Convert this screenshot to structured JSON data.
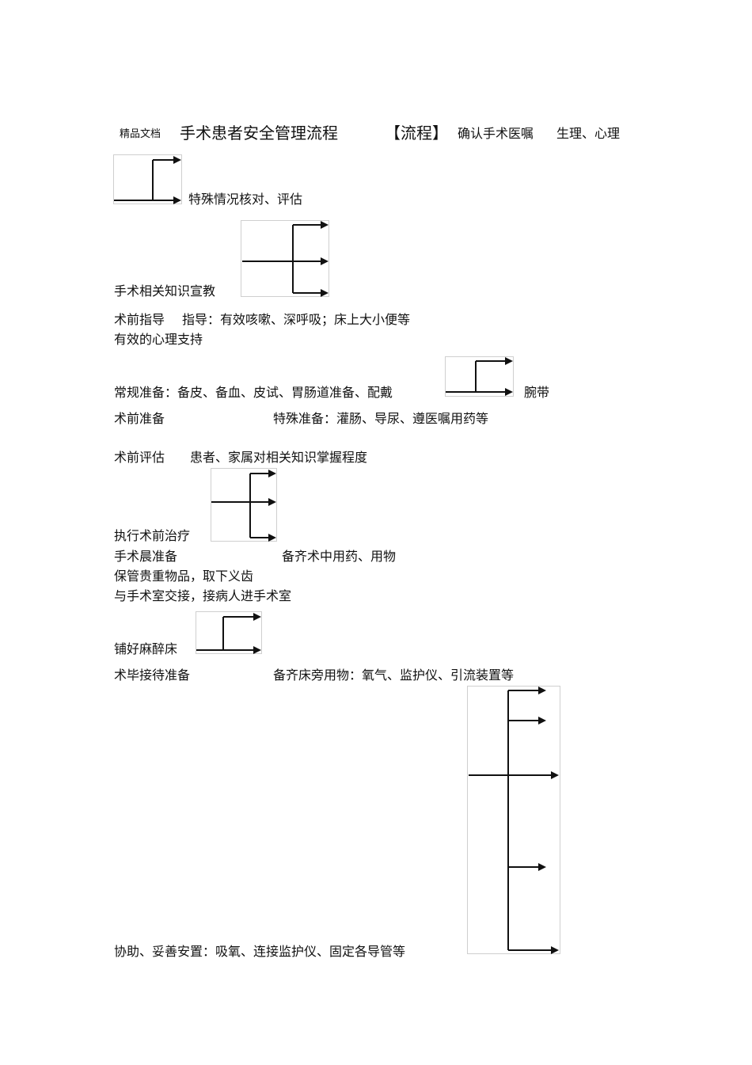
{
  "header": {
    "watermark": "精品文档",
    "title": "手术患者安全管理流程",
    "tag": "【流程】",
    "item1": "确认手术医嘱",
    "item2": "生理、心理"
  },
  "lines": {
    "special_check": "特殊情况核对、评估",
    "education": "手术相关知识宣教",
    "preop_guidance": "术前指导",
    "guidance_detail": "指导：有效咳嗽、深呼吸；床上大小便等",
    "psych_support": "有效的心理支持",
    "routine_prep": "常规准备：备皮、备血、皮试、胃肠道准备、配戴",
    "wristband": "腕带",
    "preop_prep": "术前准备",
    "special_prep": "特殊准备：灌肠、导尿、遵医嘱用药等",
    "preop_assess": "术前评估",
    "assess_detail": "患者、家属对相关知识掌握程度",
    "preop_treatment": "执行术前治疗",
    "morning_prep": "手术晨准备",
    "drugs_items": "备齐术中用药、用物",
    "valuables": "保管贵重物品，取下义齿",
    "handover": "与手术室交接，接病人进手术室",
    "anesthesia_bed": "铺好麻醉床",
    "postop_reception": "术毕接待准备",
    "bedside_items": "备齐床旁用物：氧气、监护仪、引流装置等",
    "assist_placement": "协助、妥善安置：吸氧、连接监护仪、固定各导管等"
  }
}
